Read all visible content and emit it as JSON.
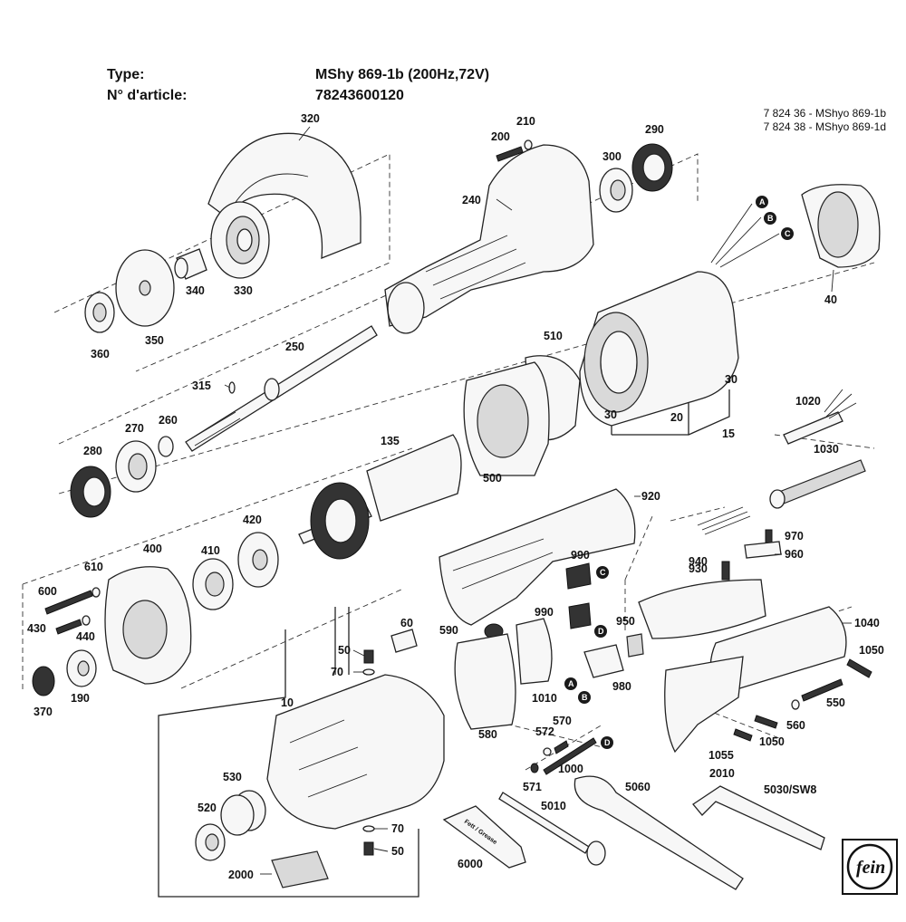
{
  "header": {
    "type_label": "Type:",
    "type_value": "MShy 869-1b (200Hz,72V)",
    "article_label": "N° d'article:",
    "article_value": "78243600120"
  },
  "variants": [
    "7 824 36 - MShyo 869-1b",
    "7 824 38 - MShyo 869-1d"
  ],
  "part_labels": [
    "320",
    "210",
    "200",
    "290",
    "240",
    "300",
    "40",
    "340",
    "330",
    "360",
    "350",
    "250",
    "510",
    "315",
    "270",
    "260",
    "30",
    "30",
    "20",
    "15",
    "280",
    "135",
    "500",
    "1020",
    "1030",
    "920",
    "420",
    "400",
    "410",
    "600",
    "610",
    "430",
    "440",
    "370",
    "190",
    "990",
    "990",
    "940",
    "970",
    "960",
    "930",
    "60",
    "590",
    "950",
    "1040",
    "1050",
    "50",
    "70",
    "980",
    "1010",
    "10",
    "550",
    "580",
    "570",
    "572",
    "560",
    "1050",
    "1055",
    "571",
    "1000",
    "2010",
    "530",
    "520",
    "5060",
    "5010",
    "5030/SW8",
    "70",
    "50",
    "2000",
    "6000"
  ],
  "connector_markers": [
    "A",
    "B",
    "C",
    "C",
    "D",
    "A",
    "B",
    "D"
  ],
  "tube_label": "Fett / Grease",
  "logo_text": "fein"
}
